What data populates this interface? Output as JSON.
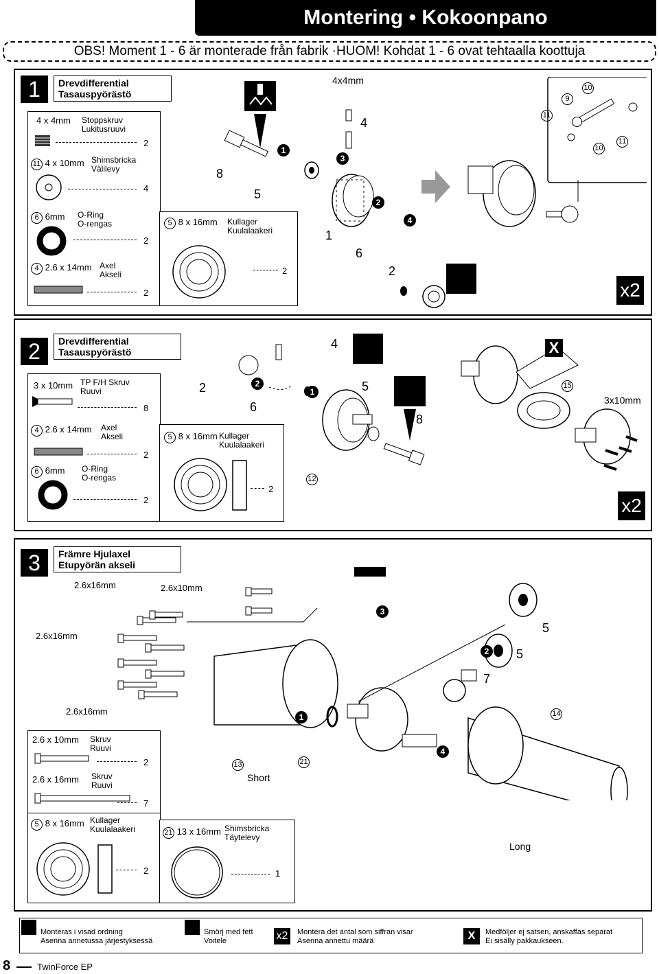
{
  "header": {
    "title": "Montering • Kokoonpano",
    "notice": "OBS! Moment 1 - 6 är monterade från fabrik ·HUOM! Kohdat 1 - 6 ovat tehtaalla koottuja"
  },
  "step1": {
    "number": "1",
    "title_sv": "Drevdifferential",
    "title_fi": "Tasauspyörästö",
    "parts": [
      {
        "num": "",
        "size": "4 x 4mm",
        "name_sv": "Stoppskruv",
        "name_fi": "Lukitusruuvi",
        "qty": "2"
      },
      {
        "num": "11",
        "size": "4 x 10mm",
        "name_sv": "Shimsbricka",
        "name_fi": "Välilevy",
        "qty": "4"
      },
      {
        "num": "6",
        "size": "6mm",
        "name_sv": "O-Ring",
        "name_fi": "O-rengas",
        "qty": "2"
      },
      {
        "num": "4",
        "size": "2.6 x 14mm",
        "name_sv": "Axel",
        "name_fi": "Akseli",
        "qty": "2"
      }
    ],
    "bearing": {
      "num": "5",
      "size": "8 x 16mm",
      "name_sv": "Kullager",
      "name_fi": "Kuulalaakeri",
      "qty": "2"
    },
    "callouts": [
      "8",
      "5",
      "1",
      "3",
      "4",
      "2",
      "4",
      "1",
      "6",
      "2",
      "11",
      "9",
      "10",
      "10",
      "11"
    ],
    "screw_label": "4x4mm",
    "multiplier": "x2"
  },
  "step2": {
    "number": "2",
    "title_sv": "Drevdifferential",
    "title_fi": "Tasauspyörästö",
    "parts": [
      {
        "num": "",
        "size": "3 x 10mm",
        "name_sv": "TP F/H Skruv",
        "name_fi": "Ruuvi",
        "qty": "8"
      },
      {
        "num": "4",
        "size": "2.6 x 14mm",
        "name_sv": "Axel",
        "name_fi": "Akseli",
        "qty": "2"
      },
      {
        "num": "6",
        "size": "6mm",
        "name_sv": "O-Ring",
        "name_fi": "O-rengas",
        "qty": "2"
      }
    ],
    "bearing": {
      "num": "5",
      "size": "8 x 16mm",
      "name_sv": "Kullager",
      "name_fi": "Kuulalaakeri",
      "qty": "2"
    },
    "callouts": [
      "2",
      "2",
      "6",
      "1",
      "4",
      "5",
      "8",
      "12",
      "15"
    ],
    "screw_label": "3x10mm",
    "multiplier": "x2"
  },
  "step3": {
    "number": "3",
    "title_sv": "Främre Hjulaxel",
    "title_fi": "Etupyörän akseli",
    "screw_labels": [
      "2.6x16mm",
      "2.6x10mm",
      "2.6x16mm",
      "2.6x16mm"
    ],
    "parts": [
      {
        "size": "2.6 x 10mm",
        "name_sv": "Skruv",
        "name_fi": "Ruuvi",
        "qty": "2"
      },
      {
        "size": "2.6 x 16mm",
        "name_sv": "Skruv",
        "name_fi": "Ruuvi",
        "qty": "7"
      }
    ],
    "bearing": {
      "num": "5",
      "size": "8 x 16mm",
      "name_sv": "Kullager",
      "name_fi": "Kuulalaakeri",
      "qty": "2"
    },
    "shim": {
      "num": "21",
      "size": "13 x 16mm",
      "name_sv": "Shimsbricka",
      "name_fi": "Täytelevy",
      "qty": "1"
    },
    "callouts": [
      "3",
      "5",
      "2",
      "5",
      "7",
      "1",
      "14",
      "13",
      "21",
      "4"
    ],
    "short_label": "Short",
    "long_label": "Long"
  },
  "legend": [
    {
      "sv": "Monteras i visad ordning",
      "fi": "Asenna annetussa järjestyksessä"
    },
    {
      "sv": "Smörj med fett",
      "fi": "Voitele"
    },
    {
      "sv": "Montera det antal som siffran visar",
      "fi": "Asenna annettu määrä"
    },
    {
      "sv": "Medföljer ej satsen, anskaffas separat",
      "fi": "Ei sisälly pakkaukseen."
    }
  ],
  "legend_icons": {
    "x2": "x2",
    "x": "X"
  },
  "footer": {
    "page": "8",
    "product": "TwinForce EP"
  }
}
